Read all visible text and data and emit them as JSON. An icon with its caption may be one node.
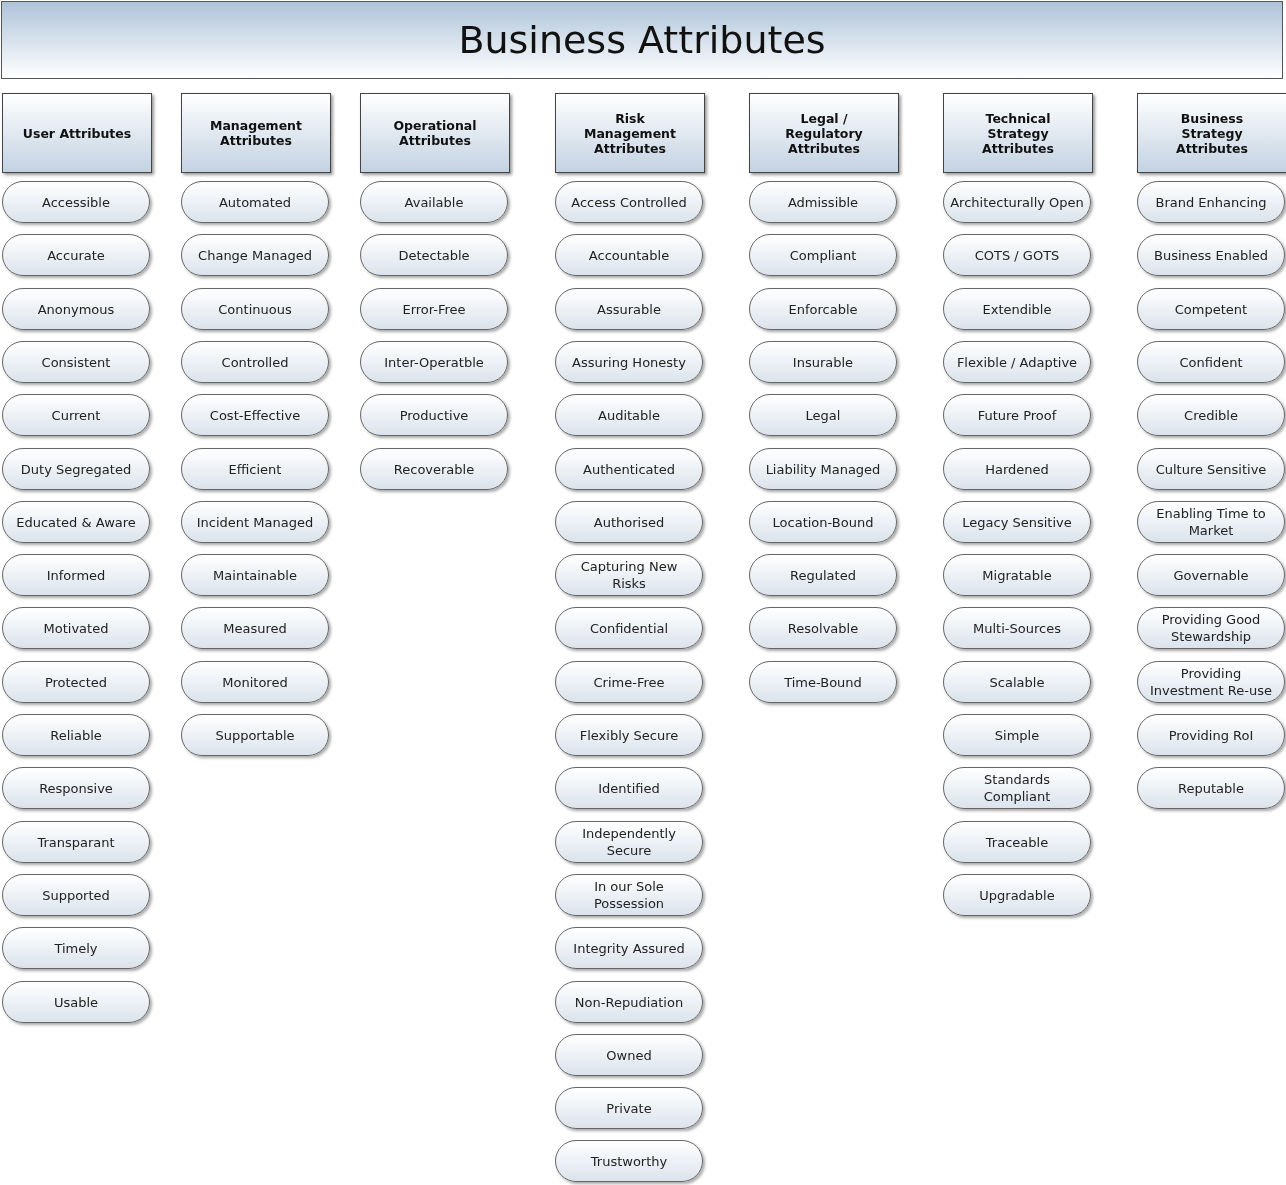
{
  "diagram": {
    "title": "Business Attributes",
    "nodes": [
      {
        "text": [
          "User Attributes"
        ]
      },
      {
        "text": [
          "Accessible"
        ]
      },
      {
        "text": [
          "Accurate"
        ]
      },
      {
        "text": [
          "Anonymous"
        ]
      },
      {
        "text": [
          "Consistent"
        ]
      },
      {
        "text": [
          "Current"
        ]
      },
      {
        "text": [
          "Duty Segregated"
        ]
      },
      {
        "text": [
          "Educated & Aware"
        ]
      },
      {
        "text": [
          "Informed"
        ]
      },
      {
        "text": [
          "Motivated"
        ]
      },
      {
        "text": [
          "Protected"
        ]
      },
      {
        "text": [
          "Reliable"
        ]
      },
      {
        "text": [
          "Responsive"
        ]
      },
      {
        "text": [
          "Transparant"
        ]
      },
      {
        "text": [
          "Supported"
        ]
      },
      {
        "text": [
          "Timely"
        ]
      },
      {
        "text": [
          "Usable"
        ]
      },
      {
        "text": [
          "Management Attributes"
        ]
      },
      {
        "text": [
          "Automated"
        ]
      },
      {
        "text": [
          "Change Managed"
        ]
      },
      {
        "text": [
          "Continuous"
        ]
      },
      {
        "text": [
          "Controlled"
        ]
      },
      {
        "text": [
          "Cost-Effective"
        ]
      },
      {
        "text": [
          "Efficient"
        ]
      },
      {
        "text": [
          "Incident Managed"
        ]
      },
      {
        "text": [
          "Maintainable"
        ]
      },
      {
        "text": [
          "Measured"
        ]
      },
      {
        "text": [
          "Monitored"
        ]
      },
      {
        "text": [
          "Supportable"
        ]
      },
      {
        "text": [
          "Operational Attributes"
        ]
      },
      {
        "text": [
          "Available"
        ]
      },
      {
        "text": [
          "Detectable"
        ]
      },
      {
        "text": [
          "Error-Free"
        ]
      },
      {
        "text": [
          "Inter-Operatble"
        ]
      },
      {
        "text": [
          "Productive"
        ]
      },
      {
        "text": [
          "Recoverable"
        ]
      },
      {
        "text": [
          "Risk Management Attributes"
        ]
      },
      {
        "text": [
          "Access Controlled"
        ]
      },
      {
        "text": [
          "Accountable"
        ]
      },
      {
        "text": [
          "Assurable"
        ]
      },
      {
        "text": [
          "Assuring Honesty"
        ]
      },
      {
        "text": [
          "Auditable"
        ]
      },
      {
        "text": [
          "Authenticated"
        ]
      },
      {
        "text": [
          "Authorised"
        ]
      },
      {
        "text": [
          "Capturing New Risks"
        ]
      },
      {
        "text": [
          "Confidential"
        ]
      },
      {
        "text": [
          "Crime-Free"
        ]
      },
      {
        "text": [
          "Flexibly Secure"
        ]
      },
      {
        "text": [
          "Identified"
        ]
      },
      {
        "text": [
          "Independently Secure"
        ]
      },
      {
        "text": [
          "In our Sole Possession"
        ]
      },
      {
        "text": [
          "Integrity Assured"
        ]
      },
      {
        "text": [
          "Non-Repudiation"
        ]
      },
      {
        "text": [
          "Owned"
        ]
      },
      {
        "text": [
          "Private"
        ]
      },
      {
        "text": [
          "Trustworthy"
        ]
      },
      {
        "text": [
          "Legal / Regulatory Attributes"
        ]
      },
      {
        "text": [
          "Admissible"
        ]
      },
      {
        "text": [
          "Compliant"
        ]
      },
      {
        "text": [
          "Enforcable"
        ]
      },
      {
        "text": [
          "Insurable"
        ]
      },
      {
        "text": [
          "Legal"
        ]
      },
      {
        "text": [
          "Liability Managed"
        ]
      },
      {
        "text": [
          "Location-Bound"
        ]
      },
      {
        "text": [
          "Regulated"
        ]
      },
      {
        "text": [
          "Resolvable"
        ]
      },
      {
        "text": [
          "Time-Bound"
        ]
      },
      {
        "text": [
          "Technical Strategy Attributes"
        ]
      },
      {
        "text": [
          "Architecturally Open"
        ]
      },
      {
        "text": [
          "COTS / GOTS"
        ]
      },
      {
        "text": [
          "Extendible"
        ]
      },
      {
        "text": [
          "Flexible / Adaptive"
        ]
      },
      {
        "text": [
          "Future Proof"
        ]
      },
      {
        "text": [
          "Hardened"
        ]
      },
      {
        "text": [
          "Legacy Sensitive"
        ]
      },
      {
        "text": [
          "Migratable"
        ]
      },
      {
        "text": [
          "Multi-Sources"
        ]
      },
      {
        "text": [
          "Scalable"
        ]
      },
      {
        "text": [
          "Simple"
        ]
      },
      {
        "text": [
          "Standards Compliant"
        ]
      },
      {
        "text": [
          "Traceable"
        ]
      },
      {
        "text": [
          "Upgradable"
        ]
      },
      {
        "text": [
          "Business Strategy Attributes"
        ]
      },
      {
        "text": [
          "Brand Enhancing"
        ]
      },
      {
        "text": [
          "Business Enabled"
        ]
      },
      {
        "text": [
          "Competent"
        ]
      },
      {
        "text": [
          "Confident"
        ]
      },
      {
        "text": [
          "Credible"
        ]
      },
      {
        "text": [
          "Culture Sensitive"
        ]
      },
      {
        "text": [
          "Enabling Time to Market"
        ]
      },
      {
        "text": [
          "Governable"
        ]
      },
      {
        "text": [
          "Providing Good Stewardship"
        ]
      },
      {
        "text": [
          "Providing Investment Re-use"
        ]
      },
      {
        "text": [
          "Providing RoI"
        ]
      },
      {
        "text": [
          "Reputable"
        ]
      }
    ]
  }
}
